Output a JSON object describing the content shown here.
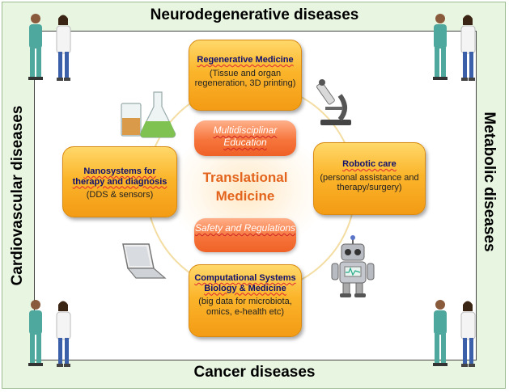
{
  "titles": {
    "top": "Neurodegenerative diseases",
    "bottom": "Cancer diseases",
    "left": "Cardiovascular diseases",
    "right": "Metabolic diseases"
  },
  "center": {
    "line1": "Translational",
    "line2": "Medicine"
  },
  "boxes": {
    "regenerative": {
      "heading": "Regenerative Medicine",
      "body": "(Tissue and organ regeneration, 3D printing)"
    },
    "robotic": {
      "heading": "Robotic care",
      "body": "(personal assistance and therapy/surgery)"
    },
    "nano": {
      "heading": "Nanosystems for therapy and diagnosis",
      "body": "(DDS & sensors)"
    },
    "computational": {
      "heading": "Computational Systems Biology & Medicine",
      "body": "(big data for microbiota, omics, e-health etc)"
    }
  },
  "pills": {
    "education": "Multidisciplinar Education",
    "safety": "Safety and Regulations"
  },
  "icons": [
    "doctor-icon",
    "flask-icon",
    "microscope-icon",
    "laptop-icon",
    "robot-icon"
  ],
  "colors": {
    "box_orange": "#fbb52b",
    "pill_orange": "#f6753c",
    "center_text": "#e3641c",
    "frame_green": "#e8f6e1"
  }
}
